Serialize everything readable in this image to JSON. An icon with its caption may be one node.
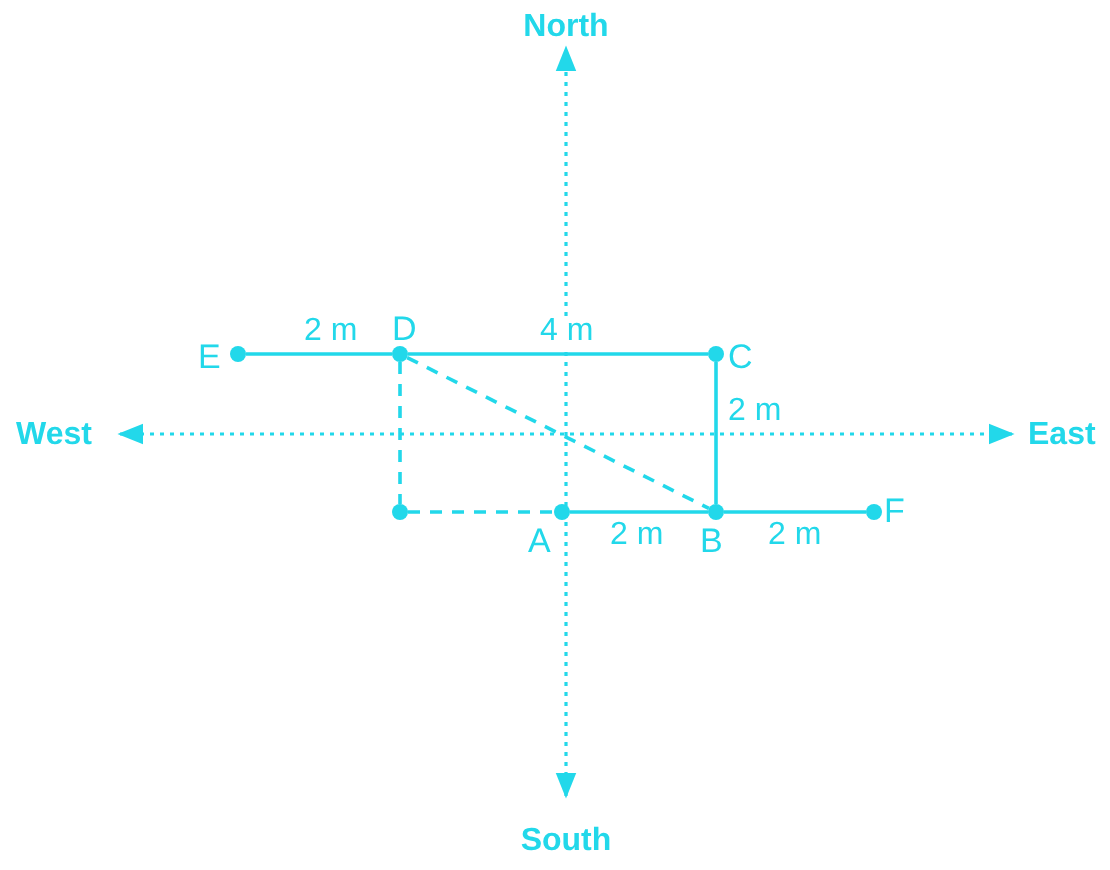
{
  "diagram": {
    "nodes": [
      {
        "text": [
          "E"
        ]
      },
      {
        "text": [
          "D"
        ]
      },
      {
        "text": [
          "C"
        ]
      },
      {
        "text": [
          "B"
        ]
      },
      {
        "text": [
          "F"
        ]
      },
      {
        "text": [
          "A"
        ]
      },
      {
        "text": [],
        "shape": "circle"
      }
    ],
    "edges": [
      {
        "from": 0,
        "to": 1,
        "arrow": "none",
        "label": "2 m"
      },
      {
        "from": 1,
        "to": 2,
        "arrow": "none",
        "label": "4 m"
      },
      {
        "from": 2,
        "to": 3,
        "arrow": "none",
        "label": "2 m"
      },
      {
        "from": 5,
        "to": 3,
        "arrow": "none",
        "label": "2 m"
      },
      {
        "from": 3,
        "to": 4,
        "arrow": "none",
        "label": "2 m"
      },
      {
        "from": 1,
        "to": 6,
        "arrow": "none",
        "style": "dashed"
      },
      {
        "from": 6,
        "to": 5,
        "arrow": "none",
        "style": "dashed"
      },
      {
        "from": 1,
        "to": 3,
        "arrow": "none",
        "style": "dashed"
      }
    ],
    "labels": [
      "North",
      "West",
      "East",
      "South"
    ]
  }
}
